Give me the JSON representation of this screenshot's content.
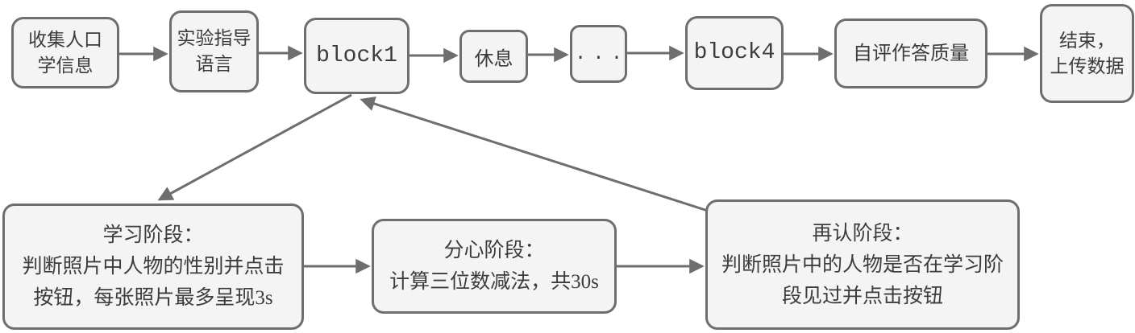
{
  "diagram": {
    "type": "flowchart",
    "description_labels": {
      "collect": "收集人口\n学信息",
      "instructions": "实验指导\n语言",
      "block1": "block1",
      "rest": "休息",
      "ellipsis": "...",
      "block4": "block4",
      "self_rate": "自评作答质量",
      "end_upload": "结束，\n上传数据",
      "study": "学习阶段：\n判断照片中人物的性别并点击\n按钮，每张照片最多呈现3s",
      "distraction": "分心阶段：\n计算三位数减法，共30s",
      "recognition": "再认阶段：\n判断照片中的人物是否在学习阶\n段见过并点击按钮"
    },
    "edges": [
      {
        "from": "collect",
        "to": "instructions"
      },
      {
        "from": "instructions",
        "to": "block1"
      },
      {
        "from": "block1",
        "to": "rest"
      },
      {
        "from": "rest",
        "to": "ellipsis"
      },
      {
        "from": "ellipsis",
        "to": "block4"
      },
      {
        "from": "block4",
        "to": "self_rate"
      },
      {
        "from": "self_rate",
        "to": "end_upload"
      },
      {
        "from": "block1",
        "to": "study"
      },
      {
        "from": "study",
        "to": "distraction"
      },
      {
        "from": "distraction",
        "to": "recognition"
      },
      {
        "from": "recognition",
        "to": "block1"
      }
    ],
    "colors": {
      "box_fill": "#f4f4f4",
      "box_border": "#6e6e6e",
      "arrow": "#6e6e6e",
      "text": "#3c3c3c"
    }
  }
}
